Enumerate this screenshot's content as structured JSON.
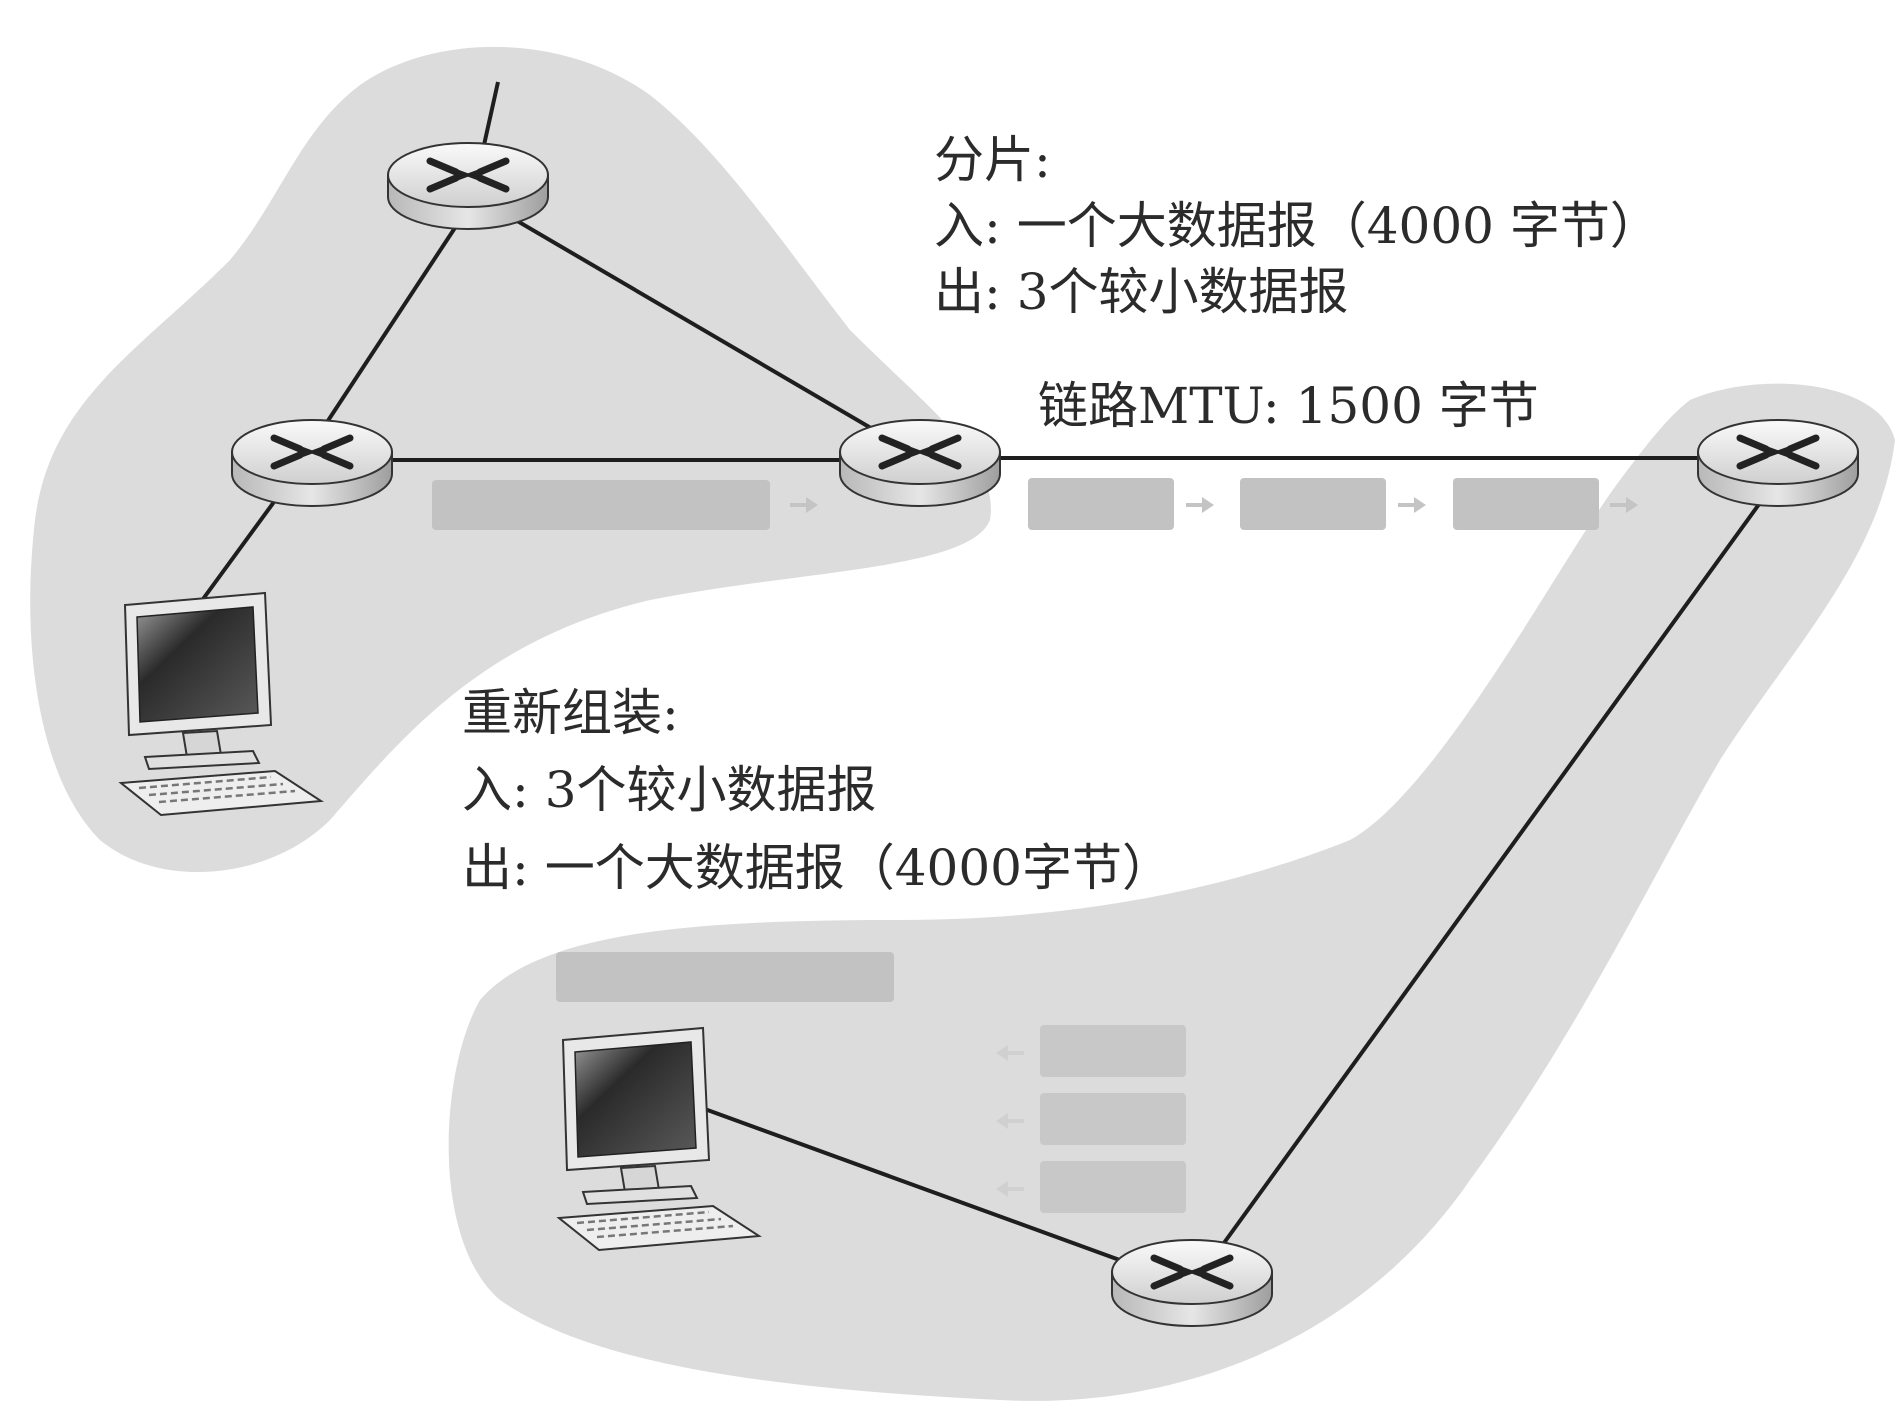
{
  "fragmentation": {
    "title": "分片:",
    "in_line": "入:  一个大数据报（4000 字节）",
    "out_line": "出:  3个较小数据报"
  },
  "link": {
    "mtu_label": "链路MTU:  1500 字节"
  },
  "reassembly": {
    "title": "重新组装:",
    "in_line": "入:  3个较小数据报",
    "out_line": "出:  一个大数据报（4000字节）"
  },
  "colors": {
    "network_cloud": "#dcdcdc",
    "datagram_box": "#c2c2c2",
    "link_line": "#1e1e1e",
    "text": "#2b2b2b"
  },
  "icons": {
    "router": "router-icon",
    "host": "desktop-computer-icon",
    "arrow": "arrow-right-icon"
  }
}
